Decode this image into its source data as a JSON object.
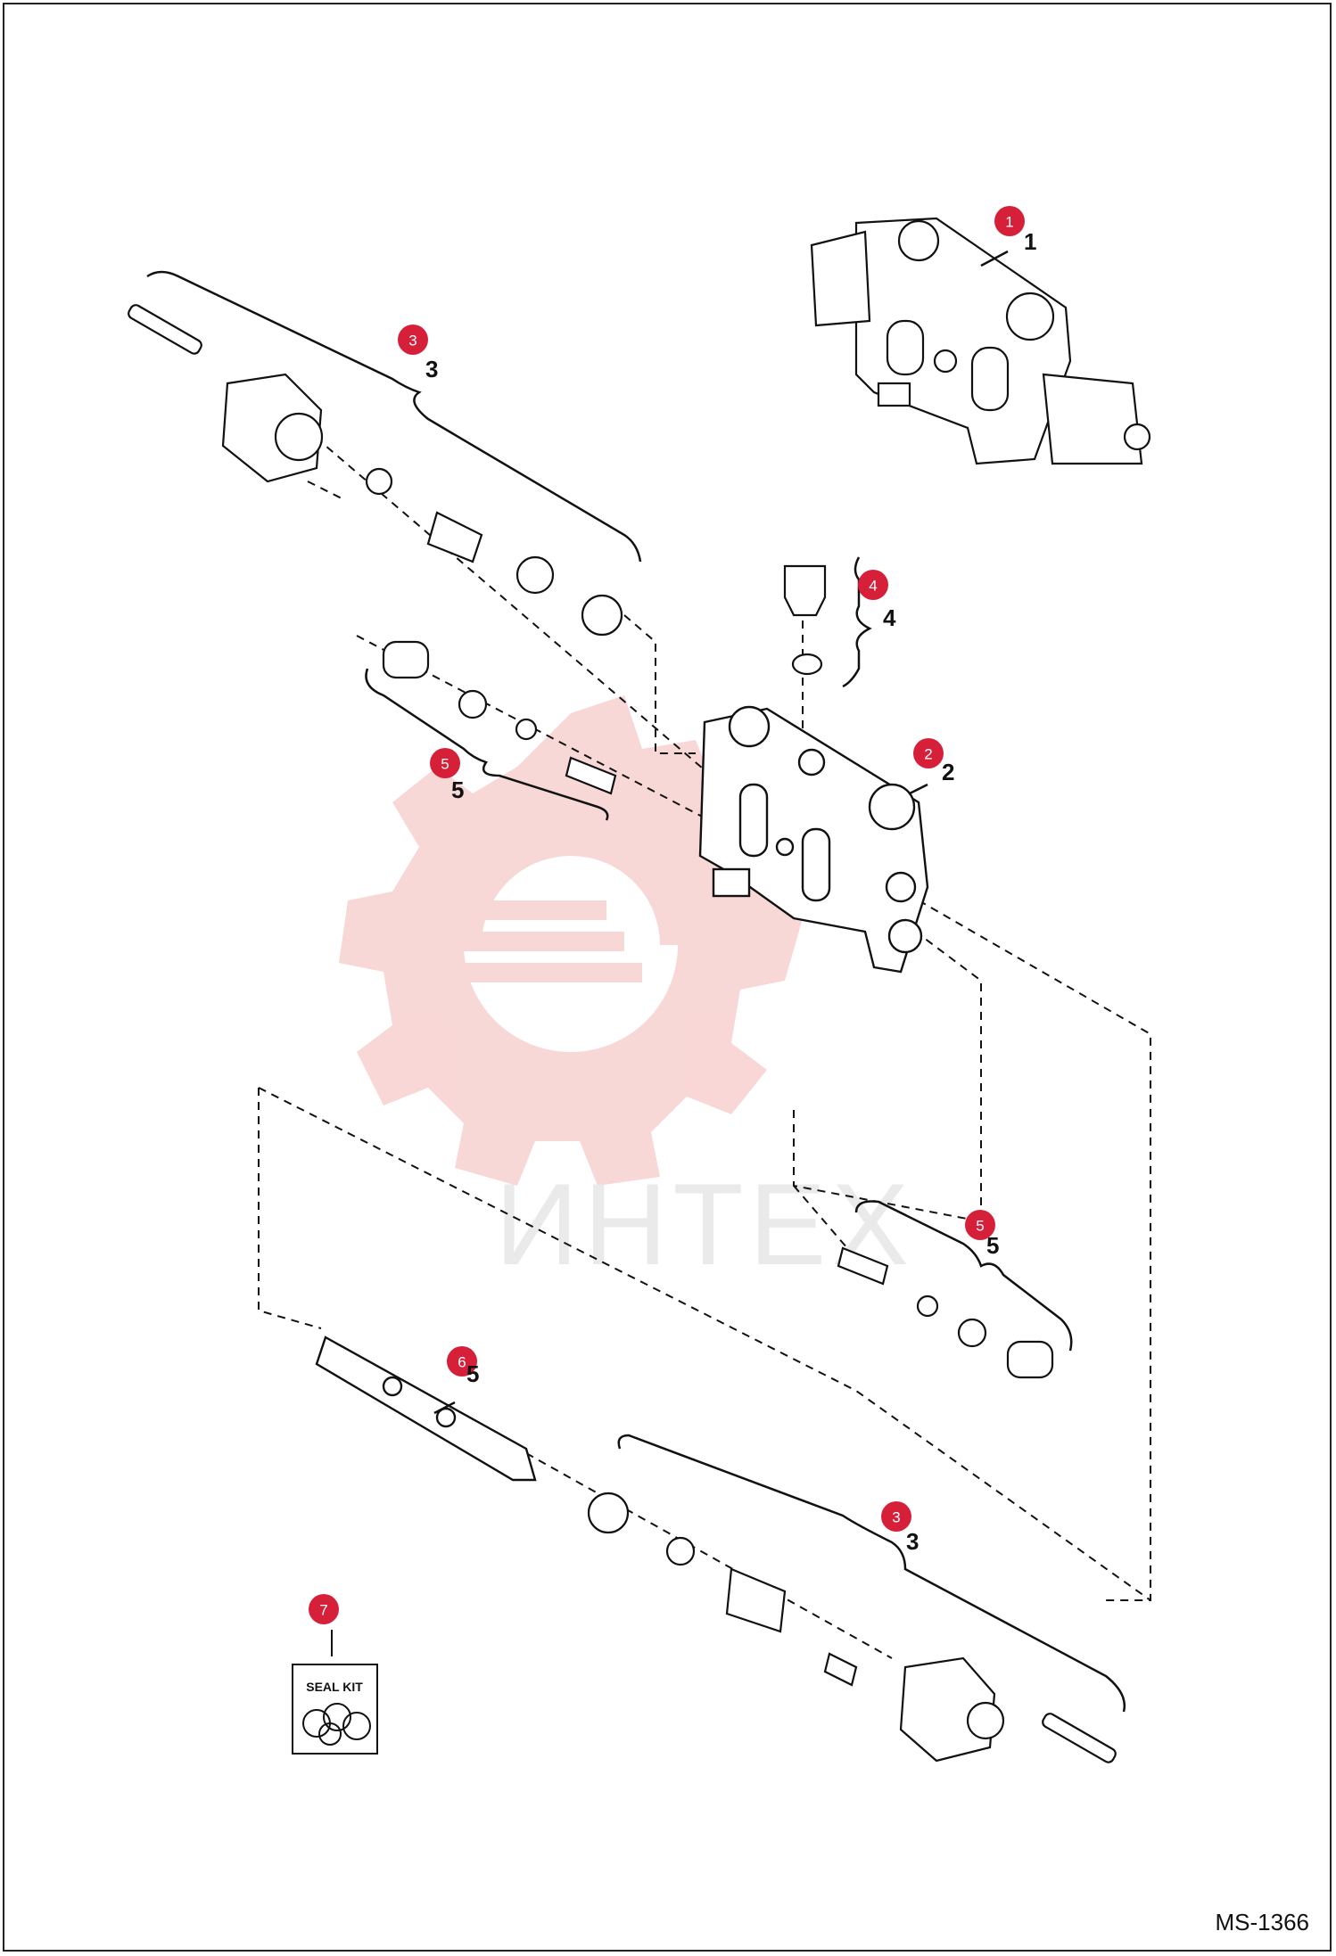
{
  "drawing_code": "MS-1366",
  "watermark_text": "ИНТЕХ",
  "seal_kit_label": "SEAL KIT",
  "colors": {
    "callout": "#d6203a",
    "line": "#111111",
    "watermark": "#f4b7b7"
  },
  "callouts": [
    {
      "id": "callout-1",
      "num": "1",
      "label": "1"
    },
    {
      "id": "callout-3-top",
      "num": "3",
      "label": "3"
    },
    {
      "id": "callout-4",
      "num": "4",
      "label": "4"
    },
    {
      "id": "callout-2",
      "num": "2",
      "label": "2"
    },
    {
      "id": "callout-5-left",
      "num": "5",
      "label": "5"
    },
    {
      "id": "callout-5-right",
      "num": "5",
      "label": "5"
    },
    {
      "id": "callout-6",
      "num": "6",
      "label": "5"
    },
    {
      "id": "callout-3-bottom",
      "num": "3",
      "label": "3"
    },
    {
      "id": "callout-7",
      "num": "7",
      "label": ""
    }
  ]
}
